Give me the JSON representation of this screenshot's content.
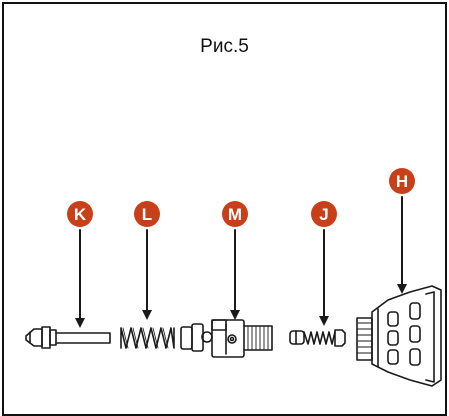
{
  "figure": {
    "title": "Рис.5"
  },
  "parts": [
    {
      "id": "K",
      "label": "K"
    },
    {
      "id": "L",
      "label": "L"
    },
    {
      "id": "M",
      "label": "M"
    },
    {
      "id": "J",
      "label": "J"
    },
    {
      "id": "H",
      "label": "H"
    }
  ],
  "colors": {
    "badge": "#c8401a",
    "stroke": "#1a1a1a",
    "border": "#111111"
  }
}
